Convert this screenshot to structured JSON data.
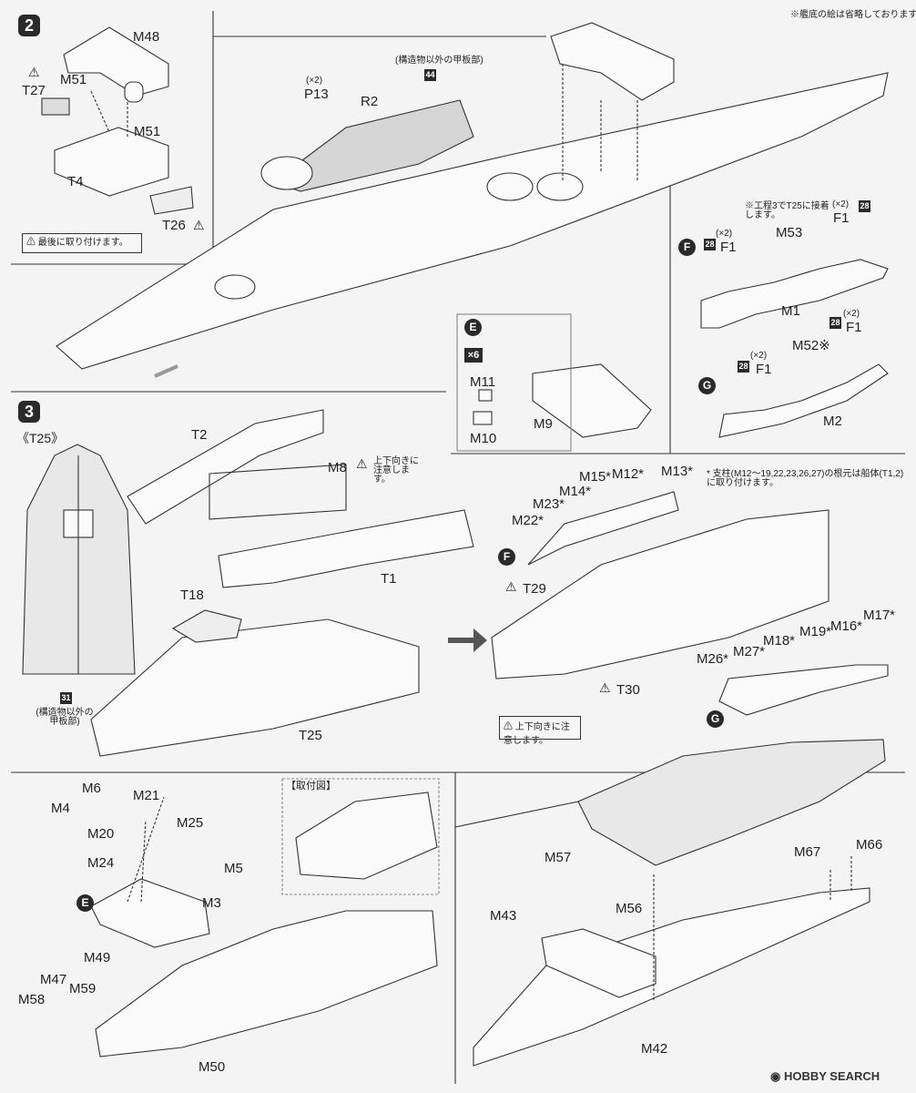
{
  "header_note": "※艦底の絵は省略しております。",
  "steps": {
    "s2": "2",
    "s3": "3"
  },
  "step2": {
    "parts": {
      "M48": "M48",
      "M51a": "M51",
      "M51b": "M51",
      "T27": "T27",
      "T4": "T4",
      "T26": "T26",
      "P13": "P13",
      "P13_qty": "(×2)",
      "R2": "R2"
    },
    "note_last": "最後に取り付けます。",
    "deck_note": "(構造物以外の甲板部)",
    "deck_color_no": "44"
  },
  "sub_f": {
    "marker": "F",
    "note": "※工程3でT25に接着します。",
    "F1a": "F1",
    "F1a_qty": "(×2)",
    "F1b": "F1",
    "F1b_qty": "(×2)",
    "M53": "M53",
    "M1": "M1",
    "c28a": "28",
    "c28b": "28"
  },
  "sub_g": {
    "marker": "G",
    "M52": "M52※",
    "F1c": "F1",
    "F1c_qty": "(×2)",
    "F1d": "F1",
    "F1d_qty": "(×2)",
    "M2": "M2",
    "c28c": "28",
    "c28d": "28"
  },
  "sub_e": {
    "marker": "E",
    "qty": "×6",
    "M11": "M11",
    "M10": "M10",
    "M9": "M9"
  },
  "step3": {
    "t25_title": "《T25》",
    "deck_color_no": "31",
    "deck_note": "(構造物以外の甲板部)",
    "parts": {
      "T2": "T2",
      "M8": "M8",
      "T1": "T1",
      "T18": "T18",
      "T25": "T25"
    },
    "caution_updown": "上下向きに注意します。"
  },
  "step3b": {
    "note": "* 支柱(M12〜19,22,23,26,27)の根元は船体(T1,2)に取り付けます。",
    "parts": {
      "M15": "M15*",
      "M12": "M12*",
      "M13": "M13*",
      "M14": "M14*",
      "M23": "M23*",
      "M22": "M22*",
      "T29": "T29",
      "T30": "T30",
      "M17": "M17*",
      "M16": "M16*",
      "M19": "M19*",
      "M18": "M18*",
      "M27": "M27*",
      "M26": "M26*"
    },
    "F": "F",
    "G": "G",
    "caution_updown": "上下向きに注意します。"
  },
  "step3c": {
    "parts": {
      "M6": "M6",
      "M21": "M21",
      "M4": "M4",
      "M20": "M20",
      "M25": "M25",
      "M24": "M24",
      "M5": "M5",
      "M3": "M3",
      "M49": "M49",
      "M47": "M47",
      "M58": "M58",
      "M59": "M59",
      "M50": "M50"
    },
    "E": "E",
    "mount_title": "【取付図】"
  },
  "step3d": {
    "parts": {
      "M57": "M57",
      "M67": "M67",
      "M66": "M66",
      "M56": "M56",
      "M43": "M43",
      "M42": "M42"
    }
  },
  "watermark": {
    "brand": "HOBBY SEARCH"
  }
}
